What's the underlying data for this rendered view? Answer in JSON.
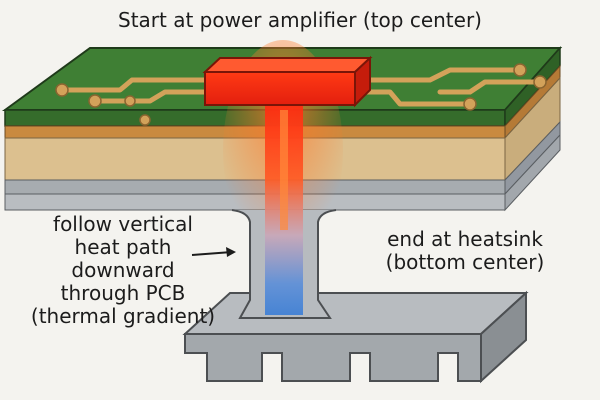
{
  "captions": {
    "top": "Start at power amplifier (top center)",
    "left": [
      "follow vertical",
      "heat path",
      "downward",
      "through PCB",
      "(thermal gradient)"
    ],
    "right": [
      "end at heatsink",
      "(bottom center)"
    ]
  },
  "colors": {
    "pcb_green": "#3f7f34",
    "copper_trace": "#d3a25a",
    "copper_layer": "#c98a3f",
    "substrate": "#dcc08f",
    "metal_layer": "#a7acb0",
    "heatsink": "#9fa4a8",
    "heat_hot": "#ff2a10",
    "heat_cold": "#3d7fd6",
    "amplifier": "#ee2a12"
  },
  "icons": [
    "arrow-right-icon"
  ]
}
